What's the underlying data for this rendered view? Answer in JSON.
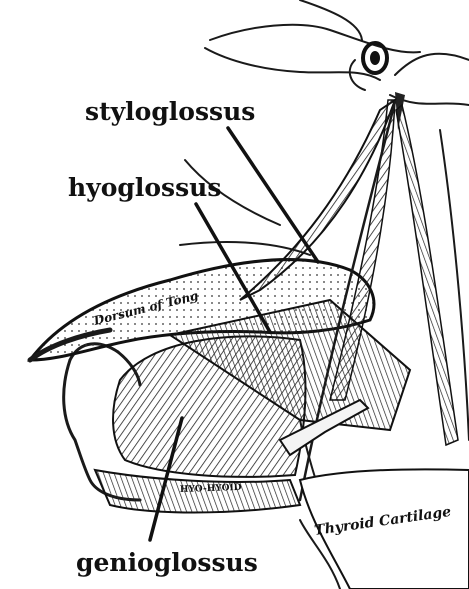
{
  "figure": {
    "labels": {
      "styloglossus": "styloglossus",
      "hyoglossus": "hyoglossus",
      "genioglossus": "genioglossus"
    },
    "engraved_text": {
      "dorsum": "Dorsum of Tong",
      "thyroid": "Thyroid Cartilage",
      "hyoid": "HYO-HYOID"
    },
    "ink_color": "#1a1a1a",
    "background": "#ffffff"
  }
}
